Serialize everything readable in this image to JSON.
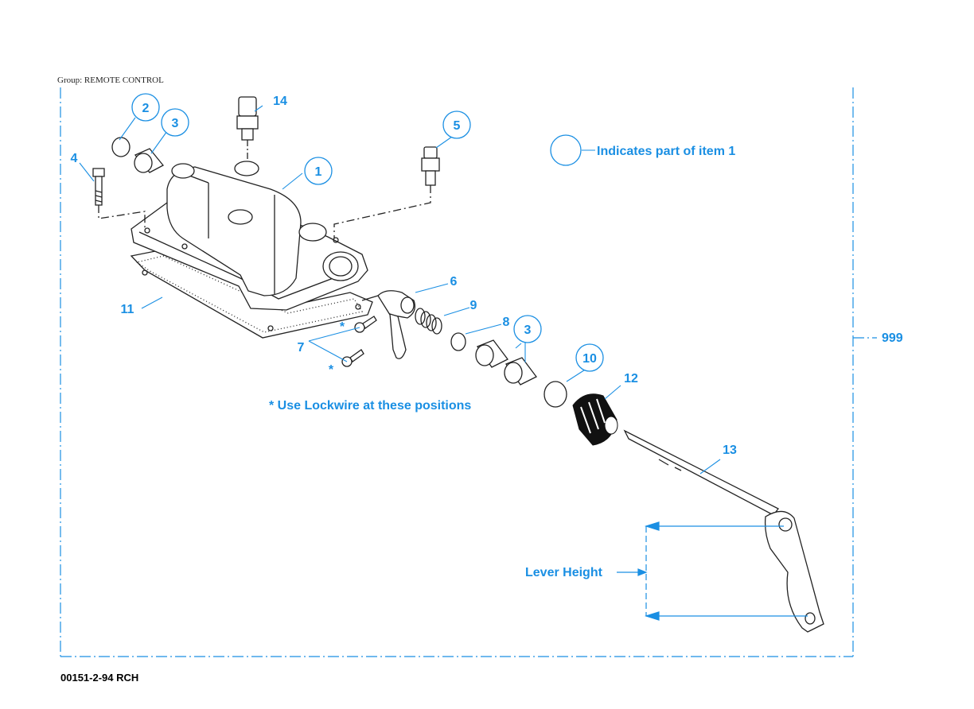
{
  "header": {
    "group_label": "Group: REMOTE CONTROL"
  },
  "footer": {
    "drawing_code": "00151-2-94 RCH"
  },
  "legend": {
    "indicates_text": "Indicates part of item 1"
  },
  "notes": {
    "lockwire": "* Use Lockwire at these positions",
    "lever_height": "Lever Height",
    "asterisk": "*"
  },
  "callouts": {
    "c1": "1",
    "c2": "2",
    "c3a": "3",
    "c3b": "3",
    "c4": "4",
    "c5": "5",
    "c6": "6",
    "c7": "7",
    "c8": "8",
    "c9": "9",
    "c10": "10",
    "c11": "11",
    "c12": "12",
    "c13": "13",
    "c14": "14",
    "c999": "999"
  },
  "colors": {
    "callout_blue": "#1a8fe3",
    "line_ink": "#222222"
  }
}
